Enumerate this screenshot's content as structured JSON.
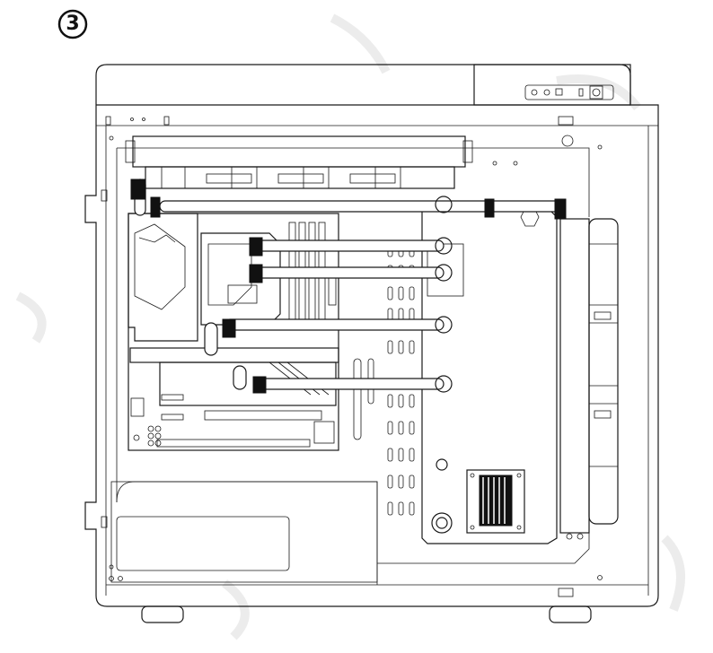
{
  "step": {
    "number": "3"
  },
  "diagram": {
    "subject": "pc-case-side-view",
    "front_panel_ports": [
      "port-round",
      "port-round",
      "port-square",
      "port-slot",
      "power-button"
    ]
  }
}
